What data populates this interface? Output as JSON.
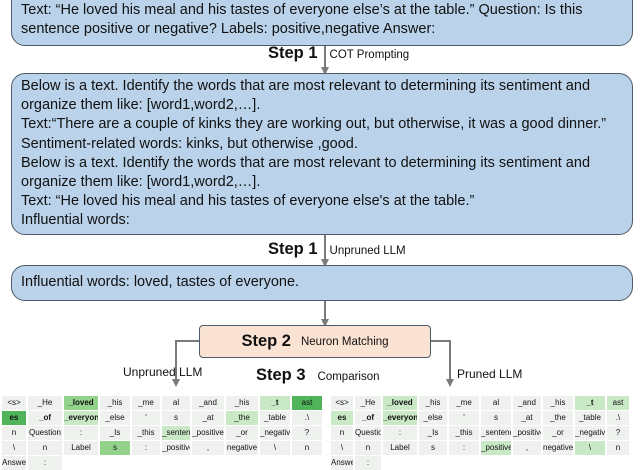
{
  "top_box": {
    "lines": [
      "Text: “He loved his meal and his tastes of everyone else’s at the table.” Question: Is this",
      "sentence positive or negative? Labels: positive,negative Answer:"
    ]
  },
  "step1_cot": {
    "step": "Step 1",
    "label": "COT Prompting"
  },
  "prompt_box": {
    "lines": [
      "Below is a text. Identify the words that are most relevant to determining its sentiment and",
      "organize them like: [word1,word2,…].",
      "Text:“There are a couple of kinks they are working out, but otherwise, it was a good dinner.”",
      "Sentiment-related words: kinks, but otherwise ,good.",
      "Below is a text. Identify the words that are most relevant to determining its sentiment and",
      "organize them like: [word1,word2,…].",
      "Text: “He loved his meal and his tastes of everyone else's at the table.”",
      "Influential words:"
    ]
  },
  "step1_unpruned": {
    "step": "Step 1",
    "label": "Unpruned LLM"
  },
  "output_box": {
    "text": "Influential words: loved, tastes of everyone."
  },
  "step2": {
    "step": "Step 2",
    "label": "Neuron Matching"
  },
  "step3": {
    "step": "Step 3",
    "label": "Comparison"
  },
  "left_label": "Unpruned  LLM",
  "right_label": "Pruned LLM",
  "colors": {
    "box_blue": "#bad3ea",
    "box_orange": "#fbe3d3",
    "arrow": "#7a7a7a",
    "hi_light": "#c9e8c5",
    "hi_mid": "#93d28a",
    "hi_dark": "#4fb45a"
  },
  "token_grid_left": [
    [
      [
        "<s>",
        0,
        0
      ],
      [
        "_He",
        0,
        0
      ],
      [
        "_loved",
        2,
        1
      ],
      [
        "_his",
        0,
        0
      ],
      [
        "_me",
        0,
        0
      ],
      [
        "al",
        0,
        0
      ],
      [
        "_and",
        0,
        0
      ],
      [
        "_his",
        0,
        0
      ],
      [
        "_t",
        1,
        1
      ],
      [
        "ast",
        3,
        0
      ]
    ],
    [
      [
        "es",
        3,
        1
      ],
      [
        "_of",
        0,
        1
      ],
      [
        "_everyone",
        1,
        1
      ],
      [
        "_else",
        0,
        0
      ],
      [
        "'",
        0,
        0
      ],
      [
        "s",
        0,
        0
      ],
      [
        "_at",
        0,
        0
      ],
      [
        "_the",
        1,
        0
      ],
      [
        "_table",
        0,
        0
      ],
      [
        ".\\",
        0,
        0
      ]
    ],
    [
      [
        "n",
        0,
        0
      ],
      [
        "Question",
        0,
        0
      ],
      [
        ":",
        0,
        0
      ],
      [
        "_Is",
        0,
        0
      ],
      [
        "_this",
        0,
        0
      ],
      [
        "_sentence",
        1,
        0
      ],
      [
        "_positive",
        0,
        0
      ],
      [
        "_or",
        0,
        0
      ],
      [
        "_negative",
        0,
        0
      ],
      [
        "?",
        0,
        0
      ]
    ],
    [
      [
        "\\",
        0,
        0
      ],
      [
        "n",
        0,
        0
      ],
      [
        "Label",
        0,
        0
      ],
      [
        "s",
        2,
        0
      ],
      [
        ":",
        0,
        0
      ],
      [
        "_positive",
        0,
        0
      ],
      [
        ",",
        0,
        0
      ],
      [
        "negative",
        0,
        0
      ],
      [
        "\\",
        0,
        0
      ],
      [
        "n",
        0,
        0
      ]
    ],
    [
      [
        "Answer",
        0,
        0
      ],
      [
        ":",
        0,
        0
      ],
      [
        "",
        -1,
        0
      ],
      [
        "",
        -1,
        0
      ],
      [
        "",
        -1,
        0
      ],
      [
        "",
        -1,
        0
      ],
      [
        "",
        -1,
        0
      ],
      [
        "",
        -1,
        0
      ],
      [
        "",
        -1,
        0
      ],
      [
        "",
        -1,
        0
      ]
    ]
  ],
  "token_grid_right": [
    [
      [
        "<s>",
        0,
        0
      ],
      [
        "_He",
        0,
        0
      ],
      [
        "_loved",
        1,
        1
      ],
      [
        "_his",
        0,
        0
      ],
      [
        "_me",
        0,
        0
      ],
      [
        "al",
        0,
        0
      ],
      [
        "_and",
        0,
        0
      ],
      [
        "_his",
        0,
        0
      ],
      [
        "_t",
        1,
        1
      ],
      [
        "ast",
        1,
        0
      ]
    ],
    [
      [
        "es",
        1,
        1
      ],
      [
        "_of",
        0,
        1
      ],
      [
        "_everyone",
        1,
        1
      ],
      [
        "_else",
        0,
        0
      ],
      [
        "'",
        0,
        0
      ],
      [
        "s",
        0,
        0
      ],
      [
        "_at",
        0,
        0
      ],
      [
        "_the",
        0,
        0
      ],
      [
        "_table",
        0,
        0
      ],
      [
        ".\\",
        0,
        0
      ]
    ],
    [
      [
        "n",
        0,
        0
      ],
      [
        "Question",
        0,
        0
      ],
      [
        ":",
        0,
        0
      ],
      [
        "_Is",
        0,
        0
      ],
      [
        "_this",
        0,
        0
      ],
      [
        "_sentence",
        0,
        0
      ],
      [
        "_positive",
        0,
        0
      ],
      [
        "_or",
        0,
        0
      ],
      [
        "_negative",
        0,
        0
      ],
      [
        "?",
        0,
        0
      ]
    ],
    [
      [
        "\\",
        0,
        0
      ],
      [
        "n",
        0,
        0
      ],
      [
        "Label",
        0,
        0
      ],
      [
        "s",
        0,
        0
      ],
      [
        ":",
        0,
        0
      ],
      [
        "_positive",
        1,
        0
      ],
      [
        ",",
        0,
        0
      ],
      [
        "negative",
        0,
        0
      ],
      [
        "\\",
        1,
        0
      ],
      [
        "n",
        0,
        0
      ]
    ],
    [
      [
        "Answer",
        0,
        0
      ],
      [
        ":",
        0,
        0
      ],
      [
        "",
        -1,
        0
      ],
      [
        "",
        -1,
        0
      ],
      [
        "",
        -1,
        0
      ],
      [
        "",
        -1,
        0
      ],
      [
        "",
        -1,
        0
      ],
      [
        "",
        -1,
        0
      ],
      [
        "",
        -1,
        0
      ],
      [
        "",
        -1,
        0
      ]
    ]
  ]
}
